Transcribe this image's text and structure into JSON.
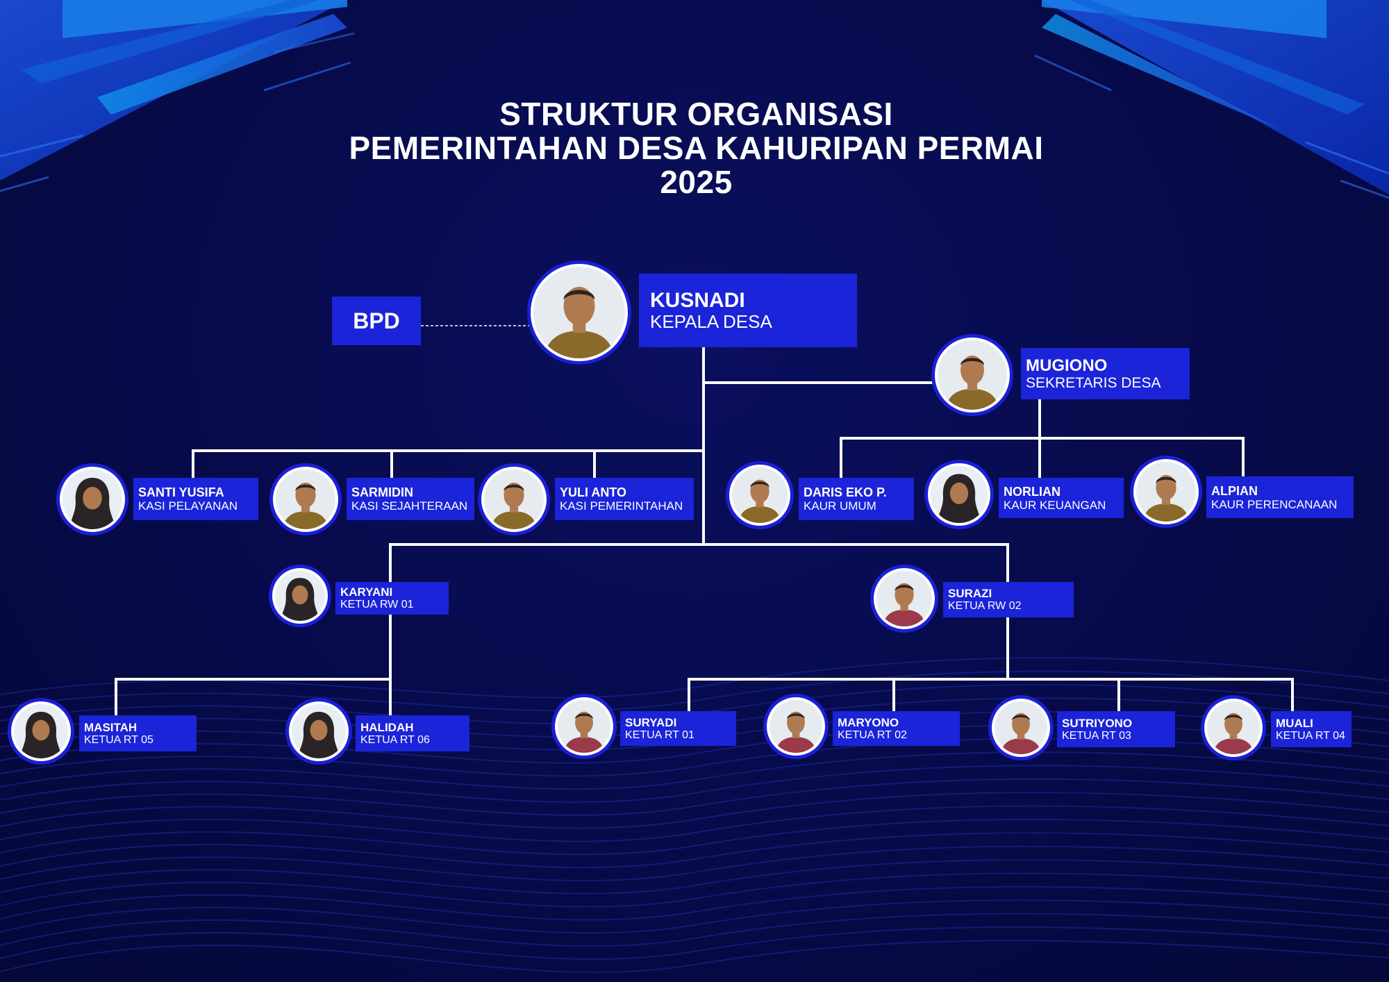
{
  "title": {
    "line1": "STRUKTUR ORGANISASI",
    "line2": "PEMERINTAHAN DESA KAHURIPAN PERMAI",
    "line3": "2025"
  },
  "bpd": {
    "label": "BPD"
  },
  "colors": {
    "background": "#06094a",
    "accent": "#1b24d8",
    "line": "#ffffff",
    "ring": "#1a1fd6"
  },
  "people": {
    "kepala": {
      "name": "KUSNADI",
      "role": "KEPALA DESA",
      "photo": "male-official-avatar"
    },
    "sekretaris": {
      "name": "MUGIONO",
      "role": "SEKRETARIS DESA",
      "photo": "male-official-avatar"
    },
    "santi": {
      "name": "SANTI YUSIFA",
      "role": "KASI PELAYANAN",
      "photo": "female-hijab-avatar"
    },
    "sarmidin": {
      "name": "SARMIDIN",
      "role": "KASI SEJAHTERAAN",
      "photo": "male-official-avatar"
    },
    "yuli": {
      "name": "YULI ANTO",
      "role": "KASI PEMERINTAHAN",
      "photo": "male-official-avatar"
    },
    "daris": {
      "name": "DARIS EKO P.",
      "role": "KAUR UMUM",
      "photo": "male-official-avatar"
    },
    "norlian": {
      "name": "NORLIAN",
      "role": "KAUR KEUANGAN",
      "photo": "female-hijab-avatar"
    },
    "alpian": {
      "name": "ALPIAN",
      "role": "KAUR PERENCANAAN",
      "photo": "male-official-avatar"
    },
    "karyani": {
      "name": "KARYANI",
      "role": "KETUA RW 01",
      "photo": "female-hijab-avatar"
    },
    "surazi": {
      "name": "SURAZI",
      "role": "KETUA RW 02",
      "photo": "male-plaid-avatar"
    },
    "masitah": {
      "name": "MASITAH",
      "role": "KETUA RT 05",
      "photo": "female-hijab-avatar"
    },
    "halidah": {
      "name": "HALIDAH",
      "role": "KETUA RT 06",
      "photo": "female-hijab-avatar"
    },
    "suryadi": {
      "name": "SURYADI",
      "role": "KETUA RT 01",
      "photo": "male-plaid-avatar"
    },
    "maryono": {
      "name": "MARYONO",
      "role": "KETUA RT 02",
      "photo": "male-plaid-avatar"
    },
    "sutriyono": {
      "name": "SUTRIYONO",
      "role": "KETUA RT 03",
      "photo": "male-plaid-avatar"
    },
    "muali": {
      "name": "MUALI",
      "role": "KETUA RT 04",
      "photo": "male-plaid-avatar"
    }
  }
}
